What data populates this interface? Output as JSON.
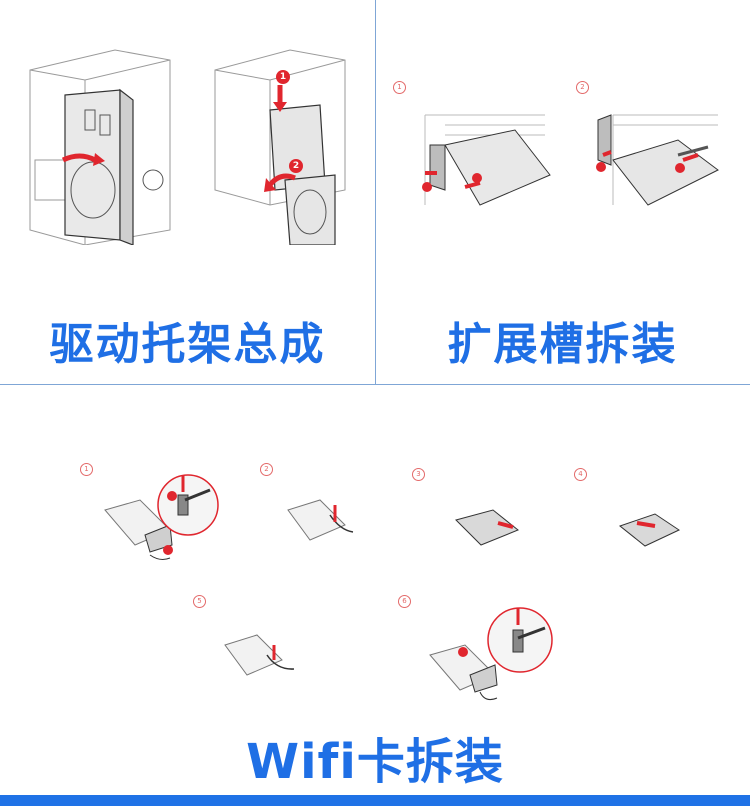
{
  "sections": {
    "drive": {
      "title": "驱动托架总成"
    },
    "slot": {
      "title": "扩展槽拆装"
    },
    "wifi": {
      "title": "Wifi卡拆装"
    }
  },
  "callouts": [
    "1",
    "2"
  ],
  "step_numbers": [
    "1",
    "2",
    "3",
    "4",
    "5",
    "6"
  ],
  "colors": {
    "title": "#1f6fe5",
    "accent_red": "#e0262e",
    "divider": "#7fa6d6",
    "bottom_bar": "#1f72e6"
  }
}
